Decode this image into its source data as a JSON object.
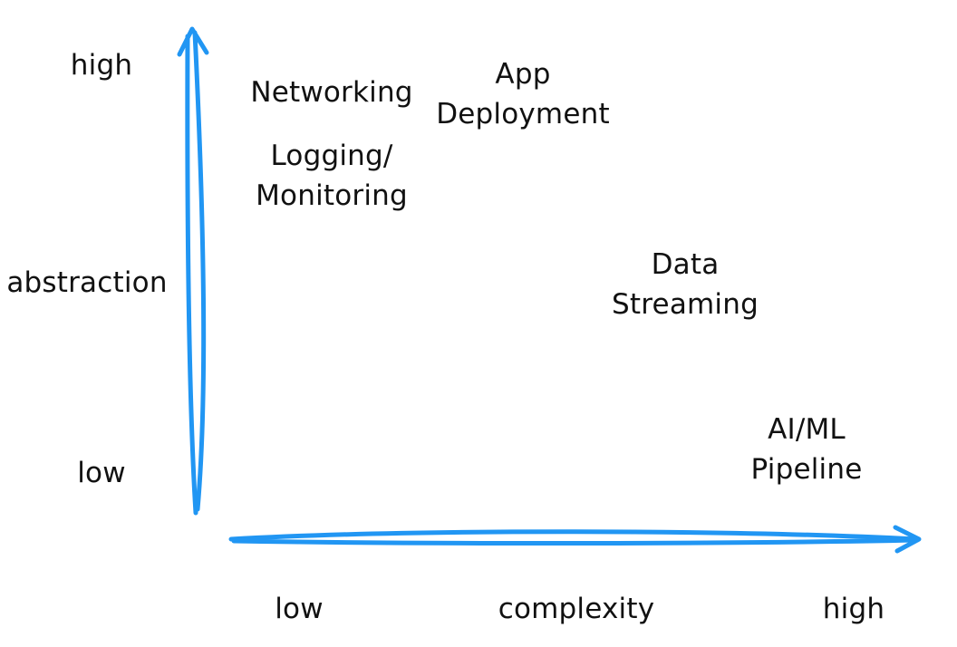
{
  "y_axis": {
    "title": "abstraction",
    "high_label": "high",
    "low_label": "low"
  },
  "x_axis": {
    "title": "complexity",
    "low_label": "low",
    "high_label": "high"
  },
  "items": [
    {
      "line1": "Networking",
      "line2": ""
    },
    {
      "line1": "App",
      "line2": "Deployment"
    },
    {
      "line1": "Logging/",
      "line2": "Monitoring"
    },
    {
      "line1": "Data",
      "line2": "Streaming"
    },
    {
      "line1": "AI/ML",
      "line2": "Pipeline"
    }
  ],
  "colors": {
    "axis": "#2196F3",
    "text": "#111111",
    "background": "#ffffff"
  }
}
